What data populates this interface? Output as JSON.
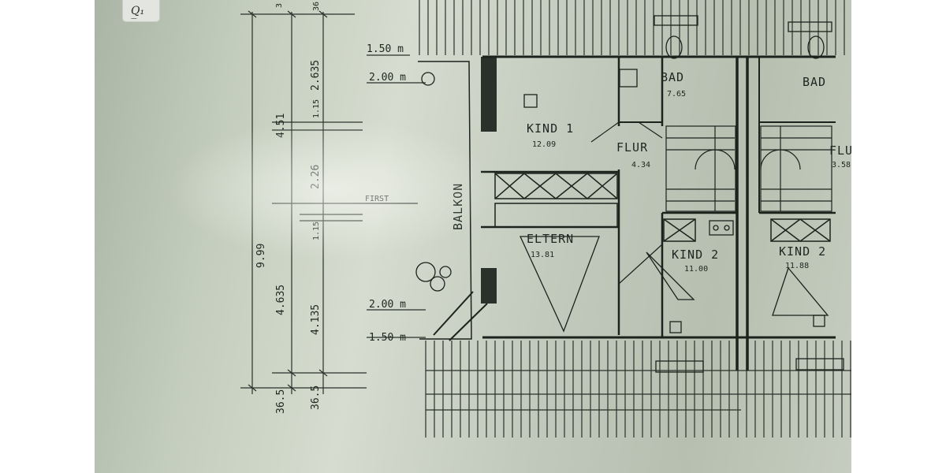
{
  "corner_icon": {
    "text": "Q̲₁",
    "icon": "document-app-icon"
  },
  "rooms": {
    "bad_left": {
      "name": "BAD",
      "area": "7.65"
    },
    "bad_right": {
      "name": "BAD",
      "area": ""
    },
    "kind1": {
      "name": "KIND 1",
      "area": "12.09"
    },
    "flur_left": {
      "name": "FLUR",
      "area": "4.34"
    },
    "flur_right": {
      "name": "FLU",
      "area": "3.58"
    },
    "balkon": {
      "name": "BALKON"
    },
    "eltern": {
      "name": "ELTERN",
      "area": "13.81"
    },
    "kind2_left": {
      "name": "KIND 2",
      "area": "11.00"
    },
    "kind2_right": {
      "name": "KIND 2",
      "area": "11.88"
    }
  },
  "labels": {
    "first": "FIRST"
  },
  "dimensions": {
    "top_150": "1.50 m",
    "top_200": "2.00 m",
    "bottom_200": "2.00 m",
    "bottom_150": "1.50 m",
    "total": "9.99",
    "upper_451": "4.51",
    "lower_4635": "4.635",
    "d_2635": "2.635",
    "d_115_a": "1.15",
    "d_226": "2.26",
    "d_115_b": "1.15",
    "d_4135": "4.135",
    "d_365_a": "36.5",
    "d_365_b": "36.5",
    "d_top_3": "3",
    "d_top_36": "36"
  }
}
